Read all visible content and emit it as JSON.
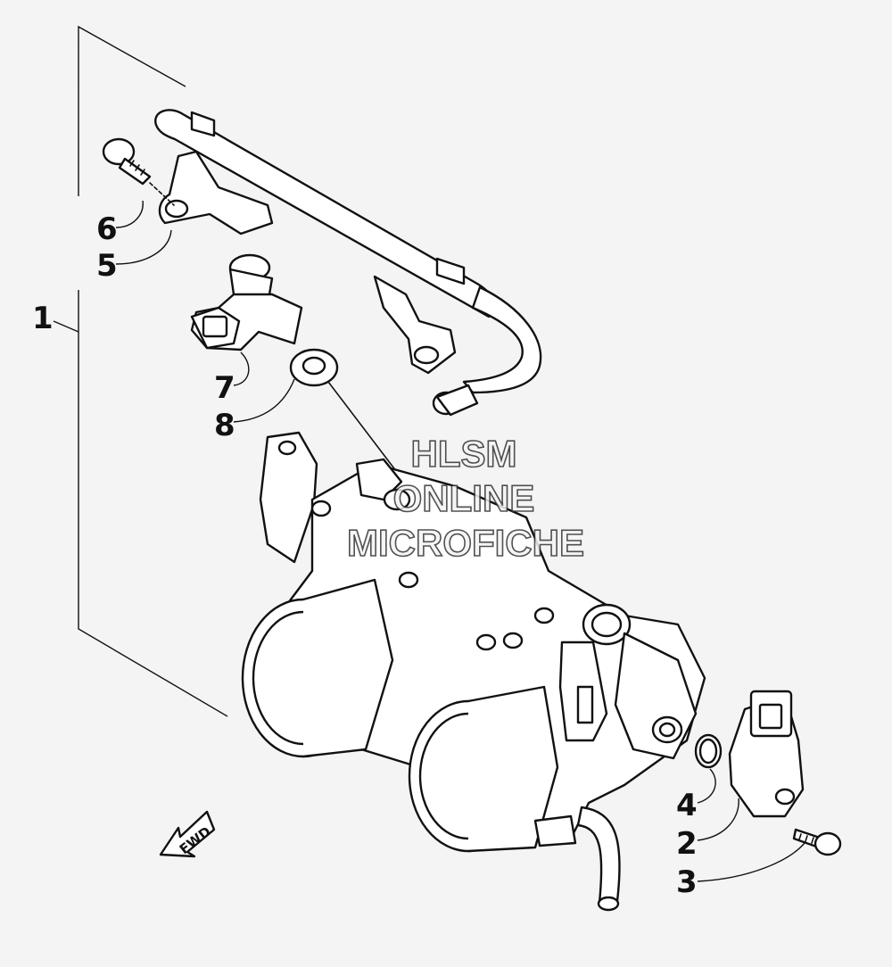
{
  "callouts": [
    {
      "id": "1",
      "label": "1"
    },
    {
      "id": "2",
      "label": "2"
    },
    {
      "id": "3",
      "label": "3"
    },
    {
      "id": "4",
      "label": "4"
    },
    {
      "id": "5",
      "label": "5"
    },
    {
      "id": "6",
      "label": "6"
    },
    {
      "id": "7",
      "label": "7"
    },
    {
      "id": "8",
      "label": "8"
    }
  ],
  "watermark": {
    "line1": "HLSM",
    "line2": "ONLINE",
    "line3": "MICROFICHE"
  },
  "direction_arrow": {
    "label": "FWD"
  }
}
